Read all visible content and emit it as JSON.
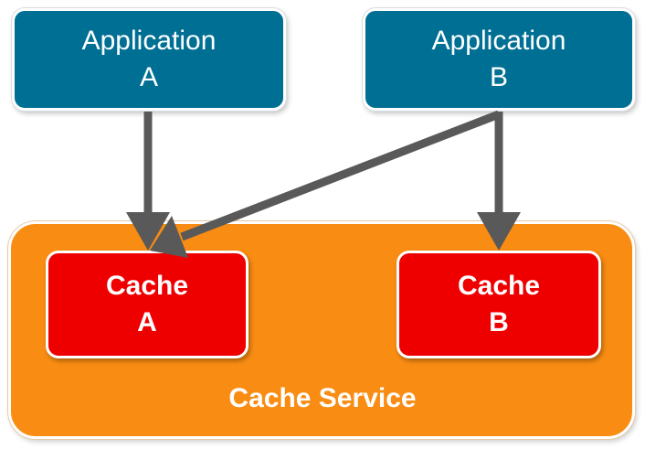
{
  "applications": [
    {
      "line1": "Application",
      "line2": "A"
    },
    {
      "line1": "Application",
      "line2": "B"
    }
  ],
  "caches": [
    {
      "line1": "Cache",
      "line2": "A"
    },
    {
      "line1": "Cache",
      "line2": "B"
    }
  ],
  "service": {
    "label": "Cache Service"
  },
  "connections": [
    {
      "from": "Application A",
      "to": "Cache A"
    },
    {
      "from": "Application B",
      "to": "Cache A"
    },
    {
      "from": "Application B",
      "to": "Cache B"
    }
  ],
  "colors": {
    "application": "#006f94",
    "cache": "#ee0000",
    "service": "#f98c12",
    "arrow": "#595959"
  }
}
